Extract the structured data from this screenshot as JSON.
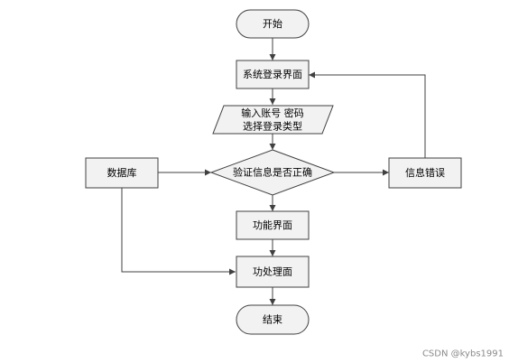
{
  "nodes": {
    "start": "开始",
    "login_ui": "系统登录界面",
    "input_line1": "输入账号 密码",
    "input_line2": "选择登录类型",
    "verify": "验证信息是否正确",
    "error": "信息错误",
    "database": "数据库",
    "function_ui": "功能界面",
    "process_ui": "功处理面",
    "end": "结束"
  },
  "watermark": "CSDN @kybs1991",
  "colors": {
    "node_fill": "#f2f2f2",
    "line": "#404040"
  }
}
